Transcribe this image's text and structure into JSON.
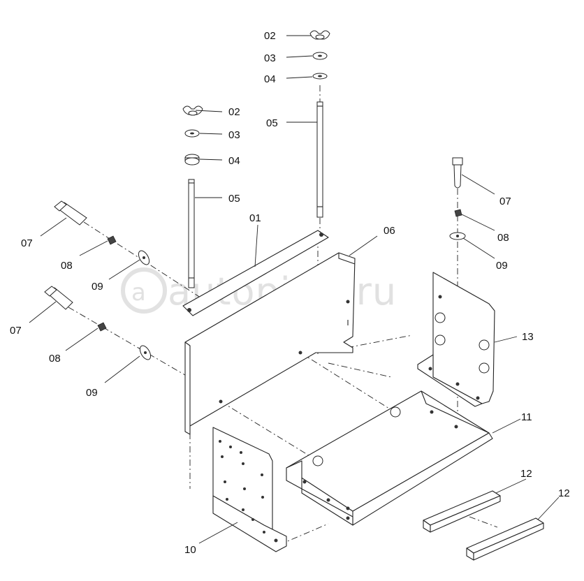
{
  "watermark": "autopiter.ru",
  "labels": {
    "l01": "01",
    "l02a": "02",
    "l03a": "03",
    "l04a": "04",
    "l05a": "05",
    "l02b": "02",
    "l03b": "03",
    "l04b": "04",
    "l05b": "05",
    "l06": "06",
    "l07a": "07",
    "l08a": "08",
    "l09a": "09",
    "l07b": "07",
    "l08b": "08",
    "l09b": "09",
    "l07c": "07",
    "l08c": "08",
    "l09c": "09",
    "l10": "10",
    "l11": "11",
    "l12a": "12",
    "l12b": "12",
    "l13": "13"
  }
}
